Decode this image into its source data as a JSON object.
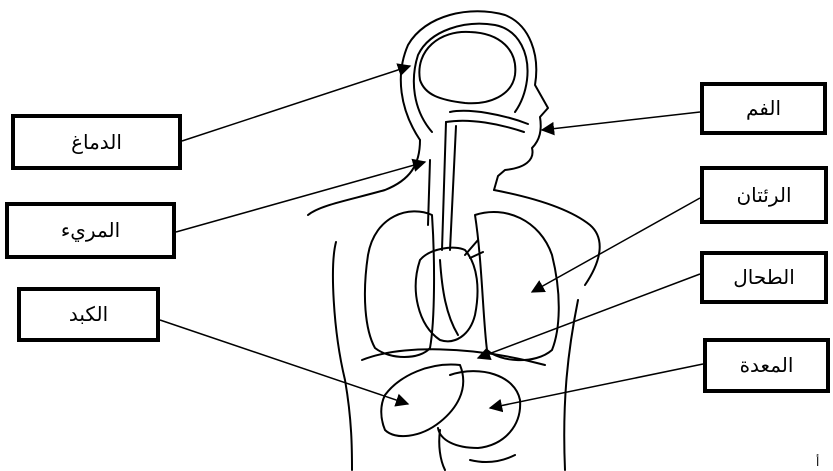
{
  "labels": {
    "brain": "الدماغ",
    "esophagus": "المريء",
    "liver": "الكبد",
    "mouth": "الفم",
    "lungs": "الرئتان",
    "spleen": "الطحال",
    "stomach": "المعدة"
  },
  "stray_mark": "أ",
  "colors": {
    "line": "#000000",
    "background": "#ffffff"
  }
}
